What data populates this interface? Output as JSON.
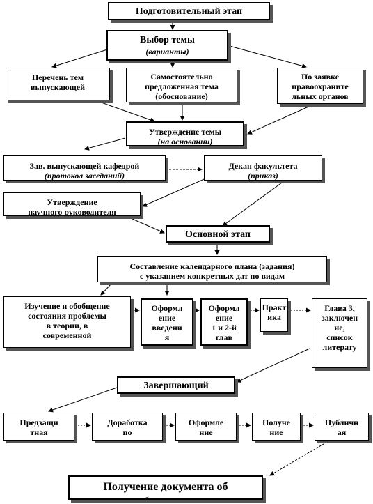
{
  "diagram": {
    "stage_prep": "Подготовительный этап",
    "choose_topic": {
      "title": "Выбор темы",
      "sub": "(варианты)"
    },
    "topic_list": {
      "line1": "Перечень тем",
      "line2": "выпускающей"
    },
    "own_topic": {
      "line1": "Самостоятельно",
      "line2": "предложенная тема",
      "line3": "(обоснование)"
    },
    "request": {
      "line1": "По заявке",
      "line2": "правоохраните",
      "line3": "льных органов"
    },
    "approve_topic": {
      "title": "Утверждение темы",
      "sub": "(на основании)"
    },
    "dept_head": {
      "title": "Зав. выпускающей кафедрой",
      "sub": "(протокол заседаний)"
    },
    "dean": {
      "title": "Декан факультета",
      "sub": "(приказ)"
    },
    "approve_supervisor": {
      "line1": "Утверждение",
      "line2": "научного руководителя"
    },
    "stage_main": "Основной этап",
    "calendar_plan": {
      "line1": "Составление календарного плана (задания)",
      "line2": "с указанием конкретных дат по видам"
    },
    "study": {
      "line1": "Изучение и обобщение",
      "line2": "состояния проблемы",
      "line3": "в теории, в",
      "line4": "современной"
    },
    "intro": {
      "line1": "Оформл",
      "line2": "ение",
      "line3": "введени",
      "line4": "я"
    },
    "chapters": {
      "line1": "Оформл",
      "line2": "ение",
      "line3": "1 и 2-й",
      "line4": "глав"
    },
    "practice": {
      "line1": "Практ",
      "line2": "ика"
    },
    "chapter3": {
      "line1": "Глава 3,",
      "line2": "заключен",
      "line3": "ие,",
      "line4": "список",
      "line5": "литерату"
    },
    "stage_final": "Завершающий",
    "predefense": {
      "line1": "Предзащи",
      "line2": "тная"
    },
    "revision": {
      "line1": "Доработка",
      "line2": "по"
    },
    "formatting": {
      "line1": "Оформле",
      "line2": "ние"
    },
    "receive": {
      "line1": "Получе",
      "line2": "ние"
    },
    "public": {
      "line1": "Публичн",
      "line2": "ая"
    },
    "document": {
      "title": "Получение документа об",
      "sub": "образовании"
    }
  }
}
